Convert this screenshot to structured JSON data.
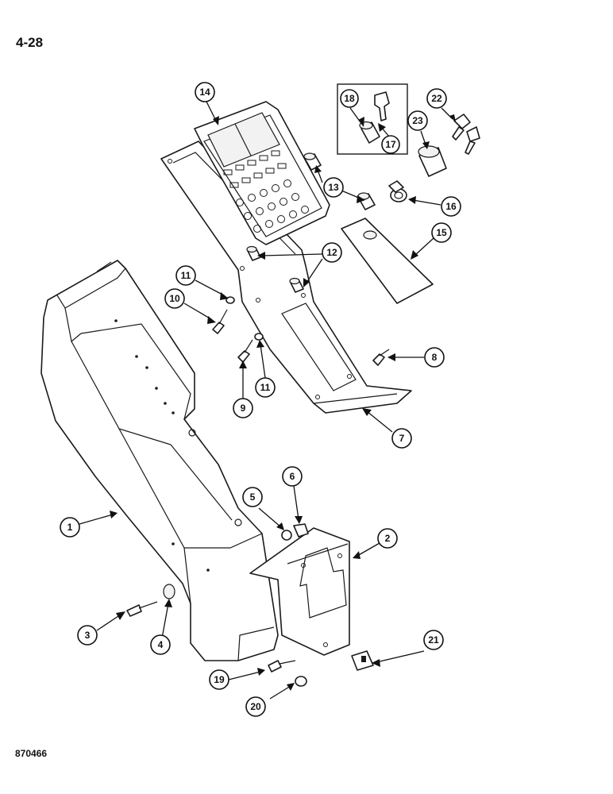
{
  "page_number": "4-28",
  "figure_ref": "870466",
  "callouts": [
    "1",
    "2",
    "3",
    "4",
    "5",
    "6",
    "7",
    "8",
    "9",
    "10",
    "11",
    "11",
    "12",
    "13",
    "14",
    "15",
    "16",
    "17",
    "18",
    "19",
    "20",
    "21",
    "22",
    "23"
  ]
}
